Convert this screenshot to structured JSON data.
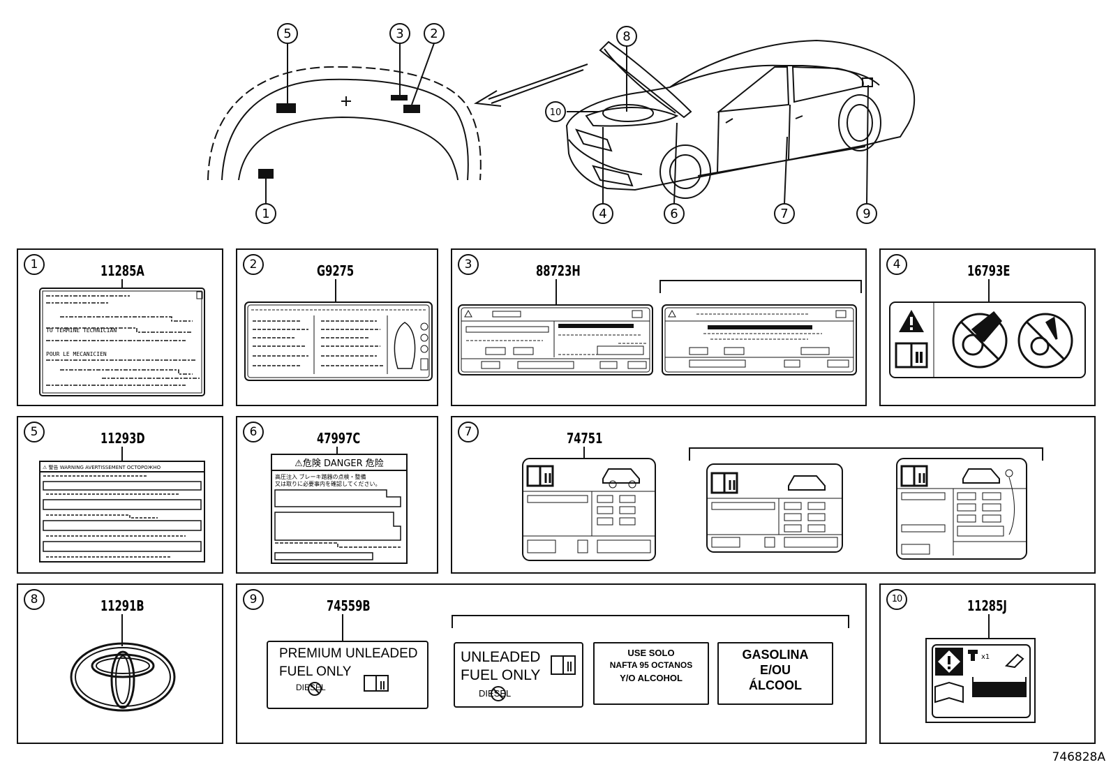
{
  "diagram": {
    "callouts": [
      "1",
      "2",
      "3",
      "4",
      "5",
      "6",
      "7",
      "8",
      "9",
      "10"
    ],
    "reference_code": "746828A"
  },
  "panels": [
    {
      "num": "1",
      "part": "11285A",
      "label_lines": [
        "TO TERMINE TECHNICIAN",
        "POUR LE MECANICIEN"
      ]
    },
    {
      "num": "2",
      "part": "G9275"
    },
    {
      "num": "3",
      "part": "88723H"
    },
    {
      "num": "4",
      "part": "16793E"
    },
    {
      "num": "5",
      "part": "11293D",
      "label_header": "⚠ 警告  WARNING  AVERTISSEMENT  ОСТОРОЖНО"
    },
    {
      "num": "6",
      "part": "47997C",
      "label_header": "⚠危険  DANGER  危险",
      "label_lines": [
        "高圧注入  ブレーキ踏器の点検・整備",
        "又は取りに必要事内を確認してください。"
      ]
    },
    {
      "num": "7",
      "part": "74751"
    },
    {
      "num": "8",
      "part": "11291B"
    },
    {
      "num": "9",
      "part": "74559B",
      "labels": {
        "premium_line1": "PREMIUM  UNLEADED",
        "premium_line2": "FUEL ONLY",
        "diesel": "DIESEL",
        "unleaded_line1": "UNLEADED",
        "unleaded_line2": "FUEL ONLY",
        "nafta_line1": "USE SOLO",
        "nafta_line2": "NAFTA 95 OCTANOS",
        "nafta_line3": "Y/O ALCOHOL",
        "gas_line1": "GASOLINA",
        "gas_line2": "E/OU",
        "gas_line3": "ÁLCOOL"
      }
    },
    {
      "num": "10",
      "part": "11285J",
      "label_text": "x1"
    }
  ]
}
